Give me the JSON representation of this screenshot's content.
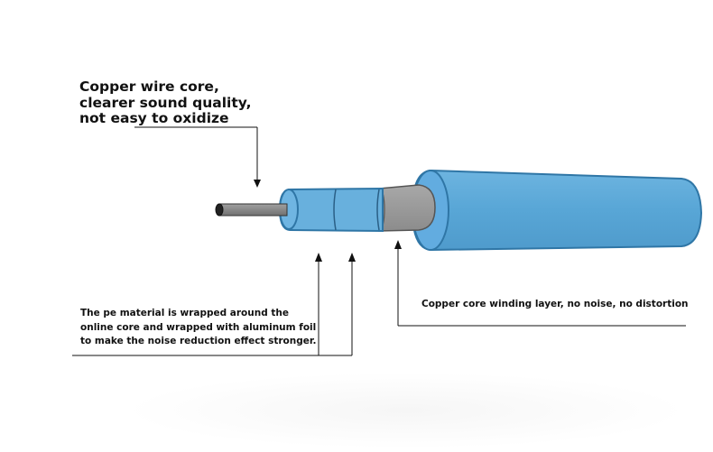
{
  "labels": {
    "core": [
      "Copper wire core,",
      "clearer sound quality,",
      "not easy to oxidize"
    ],
    "pe_foil": [
      "The pe material is wrapped around the",
      "online core and wrapped with aluminum foil",
      "to make the noise reduction effect stronger."
    ],
    "winding": [
      "Copper core winding layer, no noise, no distortion"
    ]
  },
  "colors": {
    "jacket": "#5ba8d6",
    "jacket_edge": "#2f76a6",
    "pe_layer": "#68b0dd",
    "shield": "#9a9a9a",
    "core_wire": "#8a8a8a",
    "leader": "#111111"
  }
}
